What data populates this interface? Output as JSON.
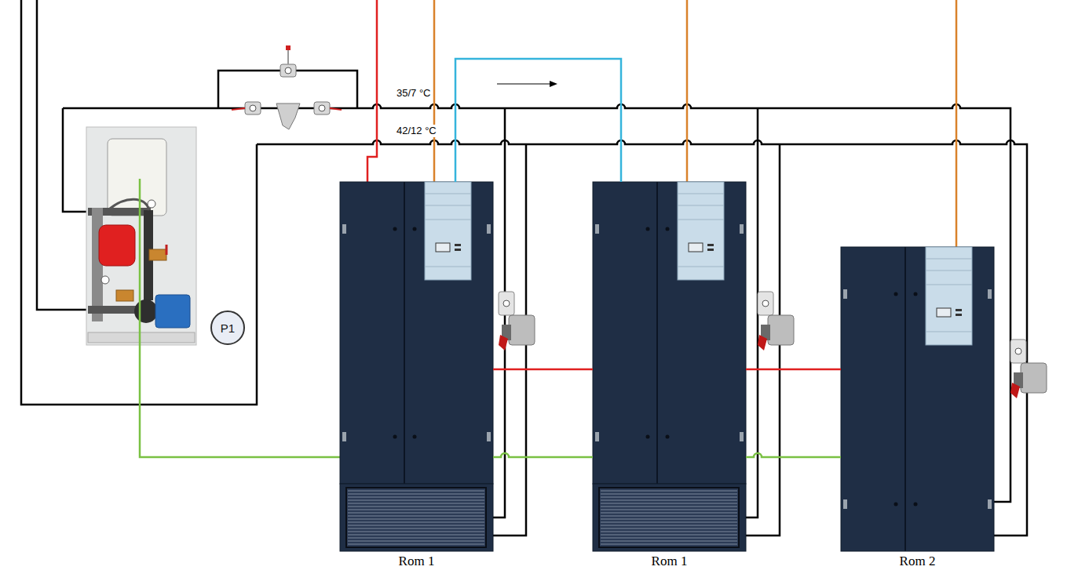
{
  "diagram": {
    "nodes": [
      {
        "text": [
          "P1"
        ]
      },
      {
        "text": [
          "Rom 1"
        ]
      },
      {
        "text": [
          "Rom 1"
        ]
      },
      {
        "text": [
          "Rom 2"
        ]
      }
    ],
    "edges": [
      {
        "from": 1,
        "to": 2,
        "arrow": "none"
      },
      {
        "from": 1,
        "to": 2,
        "arrow": "none"
      },
      {
        "from": 2,
        "to": 3,
        "arrow": "none"
      },
      {
        "from": 1,
        "to": 2,
        "arrow": "none"
      },
      {
        "from": 2,
        "to": 3,
        "arrow": "none"
      }
    ],
    "labels": [
      "35/7 °C",
      "42/12 °C"
    ]
  }
}
